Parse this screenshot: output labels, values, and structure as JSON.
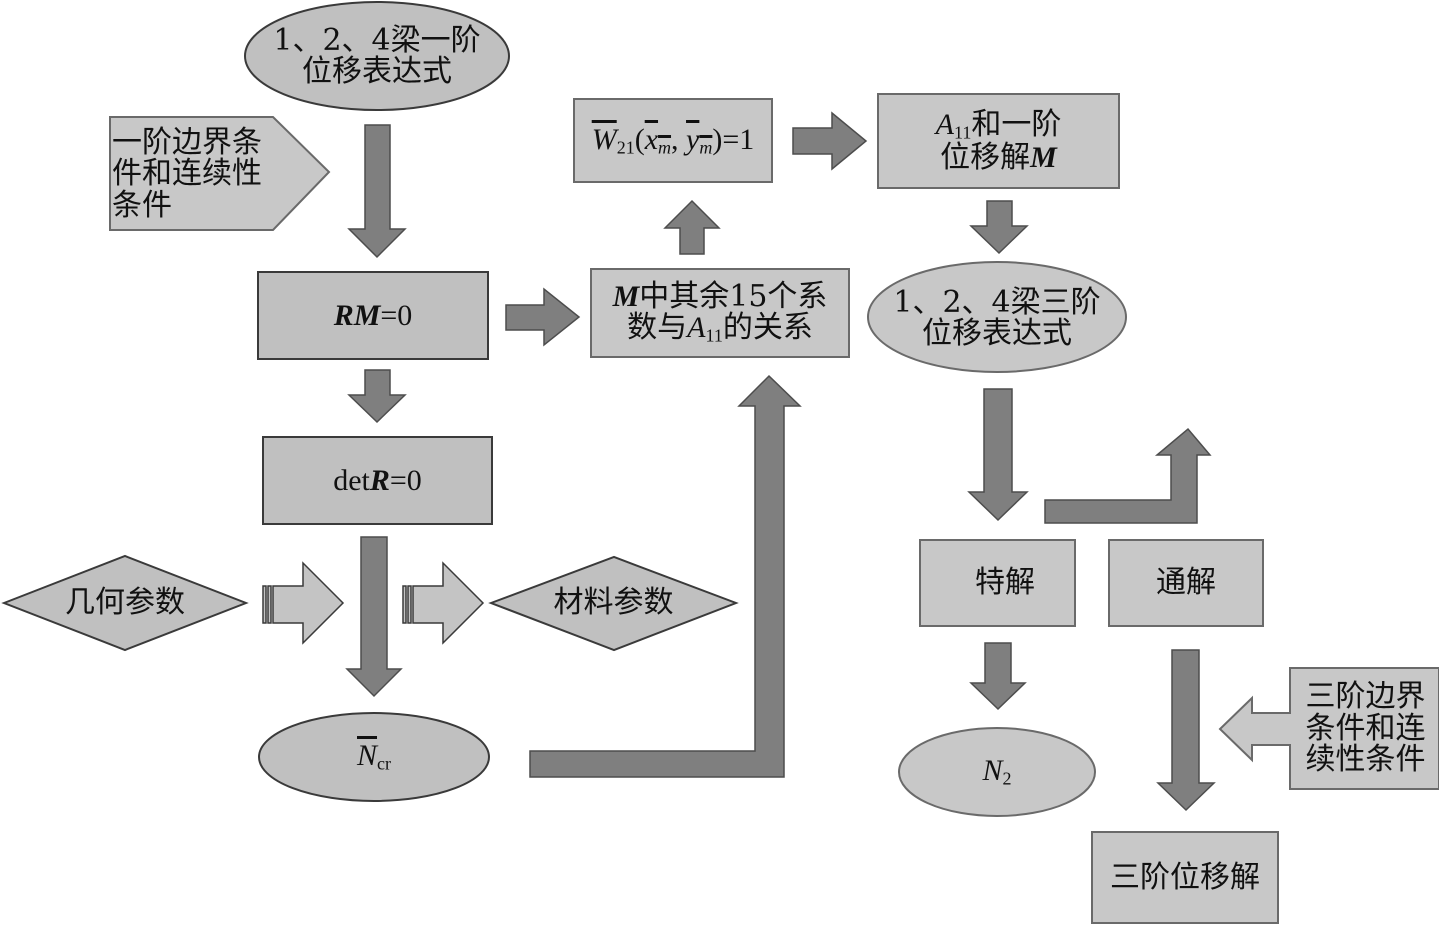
{
  "diagram": {
    "nodes": {
      "beam_first_order_expr": {
        "line1": "1、2、4梁一阶",
        "line2": "位移表达式",
        "shape": "ellipse"
      },
      "first_order_bc": {
        "line1": "一阶边界条",
        "line2": "件和连续性",
        "line3": "条件",
        "shape": "pentagon-arrow"
      },
      "rm_zero": {
        "bold": "RM",
        "rest": "=0",
        "shape": "rectangle"
      },
      "det_r_zero": {
        "prefix": "det",
        "bold": "R",
        "rest": "=0",
        "shape": "rectangle"
      },
      "geometry_params": {
        "text": "几何参数",
        "shape": "diamond"
      },
      "material_params": {
        "text": "材料参数",
        "shape": "diamond"
      },
      "n_cr": {
        "main": "N",
        "sub": "cr",
        "shape": "ellipse"
      },
      "m_coeff_relation": {
        "line1_bold": "M",
        "line1_rest": "中其余15个系",
        "line2_pre": "数与",
        "line2_var": "A",
        "line2_sub": "11",
        "line2_post": "的关系",
        "shape": "rectangle"
      },
      "w21_norm": {
        "w": "W",
        "w_sub": "21",
        "open": "(",
        "x": "x",
        "x_sub": "m",
        "comma": ", ",
        "y": "y",
        "y_sub": "m",
        "close": ")=1",
        "shape": "rectangle"
      },
      "a11_first_solution": {
        "line1_var": "A",
        "line1_sub": "11",
        "line1_rest": "和一阶",
        "line2_pre": "位移解",
        "line2_bold": "M",
        "shape": "rectangle"
      },
      "beam_third_order_expr": {
        "line1": "1、2、4梁三阶",
        "line2": "位移表达式",
        "shape": "ellipse"
      },
      "particular_solution": {
        "text": "特解",
        "shape": "rectangle"
      },
      "general_solution": {
        "text": "通解",
        "shape": "rectangle"
      },
      "n2": {
        "main": "N",
        "sub": "2",
        "shape": "ellipse"
      },
      "third_order_bc": {
        "line1": "三阶边界",
        "line2": "条件和连",
        "line3": "续性条件",
        "shape": "left-arrow-callout"
      },
      "third_order_solution": {
        "text": "三阶位移解",
        "shape": "rectangle"
      }
    },
    "colors": {
      "node_fill": "#c0c0c0",
      "arrow_dark": "#7f7f7f",
      "arrow_light": "#c4c4c4",
      "text": "#111111"
    }
  }
}
